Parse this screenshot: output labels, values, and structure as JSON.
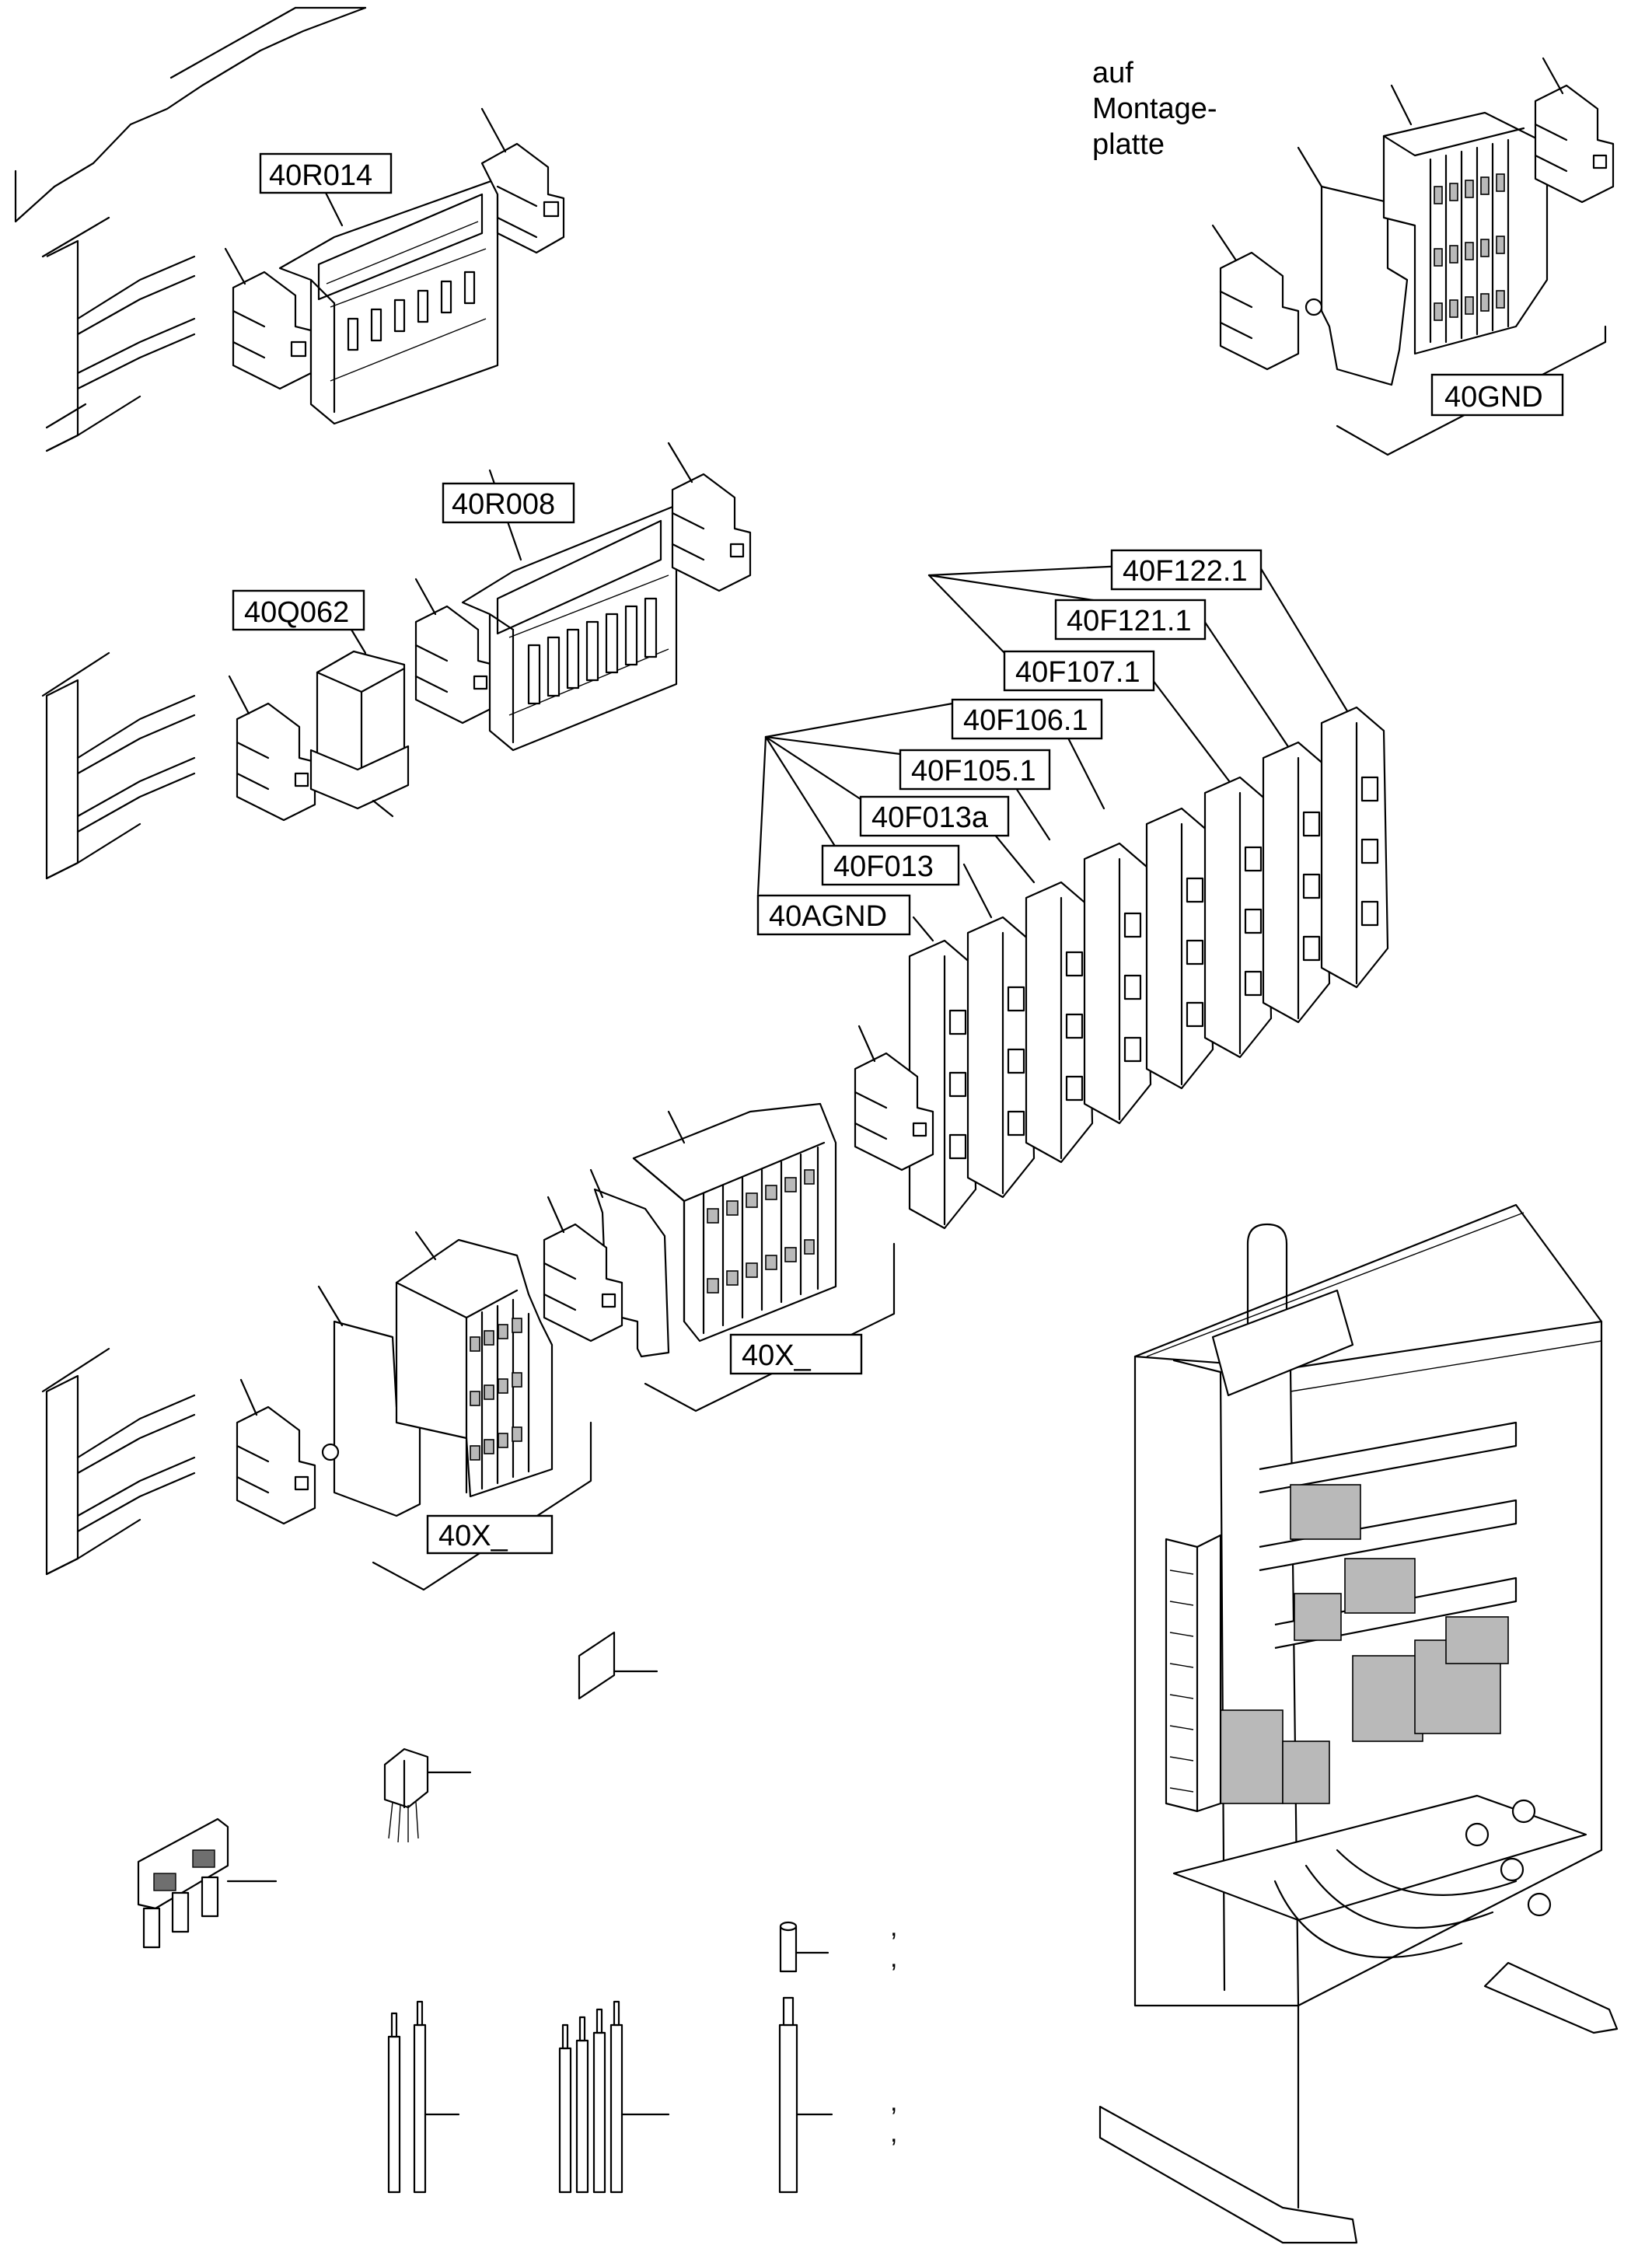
{
  "note": {
    "line1": "auf",
    "line2": "Montage-",
    "line3": "platte"
  },
  "labels": {
    "r014": "40R014",
    "gnd": "40GND",
    "r008": "40R008",
    "q062": "40Q062",
    "f122": "40F122.1",
    "f121": "40F121.1",
    "f107": "40F107.1",
    "f106": "40F106.1",
    "f105": "40F105.1",
    "f013a": "40F013a",
    "f013": "40F013",
    "agnd": "40AGND",
    "x_upper": "40X_",
    "x_lower": "40X_"
  },
  "marks": {
    "comma": ","
  },
  "colors": {
    "line": "#000000",
    "background": "#ffffff",
    "shading": "#b9b9b9"
  }
}
